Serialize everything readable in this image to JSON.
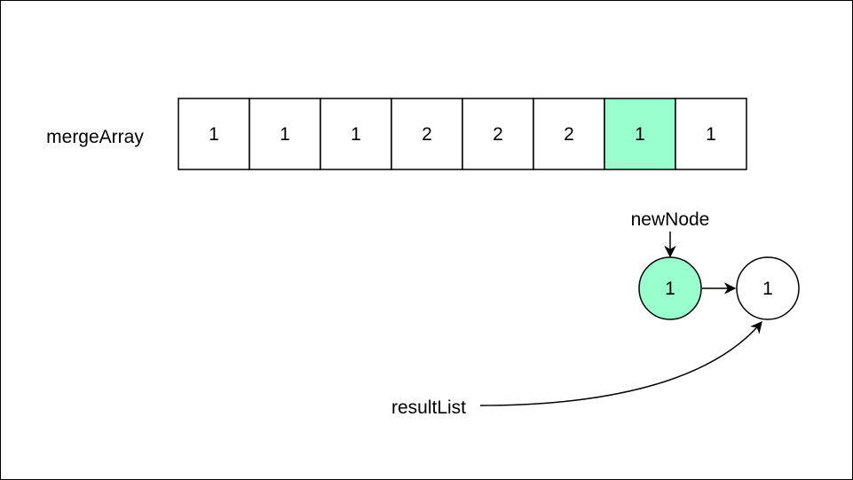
{
  "array": {
    "label": "mergeArray",
    "cells": [
      {
        "value": "1",
        "highlight": false
      },
      {
        "value": "1",
        "highlight": false
      },
      {
        "value": "1",
        "highlight": false
      },
      {
        "value": "2",
        "highlight": false
      },
      {
        "value": "2",
        "highlight": false
      },
      {
        "value": "2",
        "highlight": false
      },
      {
        "value": "1",
        "highlight": true
      },
      {
        "value": "1",
        "highlight": false
      }
    ]
  },
  "list": {
    "nodes": [
      {
        "value": "1",
        "highlight": true
      },
      {
        "value": "1",
        "highlight": false
      }
    ],
    "new_node_label": "newNode",
    "result_label": "resultList"
  },
  "colors": {
    "highlight_fill": "#99ffcc",
    "stroke": "#000000",
    "background": "#ffffff"
  }
}
